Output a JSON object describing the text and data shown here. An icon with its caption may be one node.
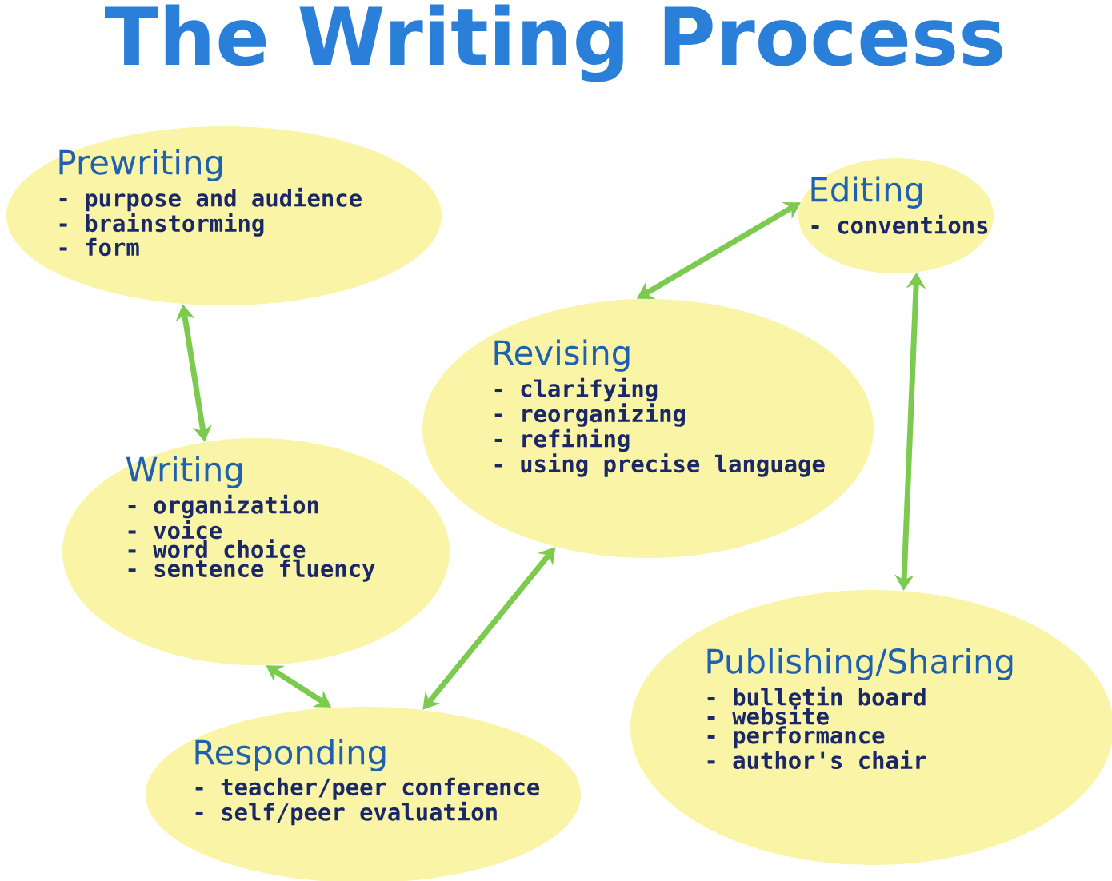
{
  "diagram": {
    "title": "The Writing Process",
    "nodes": [
      {
        "text": [
          "Prewriting",
          "- purpose and audience",
          "- brainstorming",
          "- form"
        ]
      },
      {
        "text": [
          "Writing",
          "- organization",
          "- voice",
          "- word choice",
          "- sentence fluency"
        ]
      },
      {
        "text": [
          "Responding",
          "- teacher/peer conference",
          "- self/peer evaluation"
        ]
      },
      {
        "text": [
          "Revising",
          "- clarifying",
          "- reorganizing",
          "- refining",
          "- using precise language"
        ]
      },
      {
        "text": [
          "Editing",
          "- conventions"
        ]
      },
      {
        "text": [
          "Publishing/Sharing",
          "- bulletin board",
          "- website",
          "- performance",
          "- author's chair"
        ]
      }
    ],
    "edges": [
      {
        "from": 0,
        "to": 1,
        "arrow": "both"
      },
      {
        "from": 1,
        "to": 2,
        "arrow": "both"
      },
      {
        "from": 2,
        "to": 3,
        "arrow": "both"
      },
      {
        "from": 3,
        "to": 4,
        "arrow": "both"
      },
      {
        "from": 4,
        "to": 5,
        "arrow": "both"
      }
    ]
  }
}
